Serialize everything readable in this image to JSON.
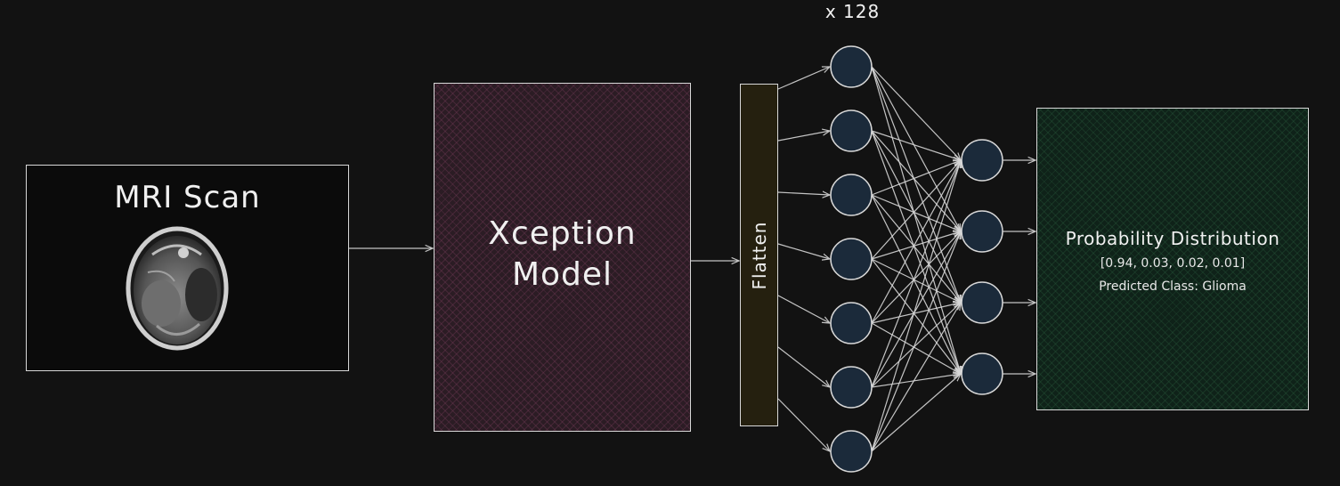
{
  "mri": {
    "title": "MRI Scan"
  },
  "xception": {
    "line1": "Xception",
    "line2": "Model"
  },
  "flatten": {
    "label": "Flatten"
  },
  "dense": {
    "count_label": "x 128",
    "hidden_neurons": 7,
    "output_neurons": 4
  },
  "output": {
    "title": "Probability Distribution",
    "probabilities": "[0.94, 0.03, 0.02, 0.01]",
    "predicted": "Predicted Class: Glioma"
  },
  "colors": {
    "background": "#121212",
    "neuron_fill": "#1b2a3a",
    "line": "#d8d8d8",
    "xception_fill": "#2b1c24",
    "flatten_fill": "#25200f",
    "output_fill": "#0f2219"
  }
}
